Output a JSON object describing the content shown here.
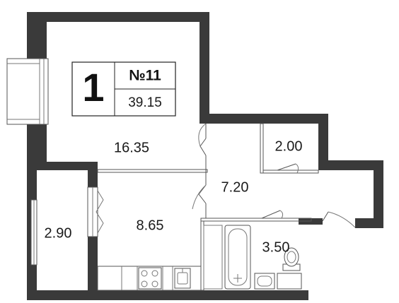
{
  "label_box": {
    "room_count": "1",
    "apartment_number": "№11",
    "total_area": "39.15"
  },
  "rooms": {
    "living_room": "16.35",
    "storage": "2.00",
    "hallway": "7.20",
    "loggia": "2.90",
    "kitchen": "8.65",
    "bathroom": "3.50"
  }
}
